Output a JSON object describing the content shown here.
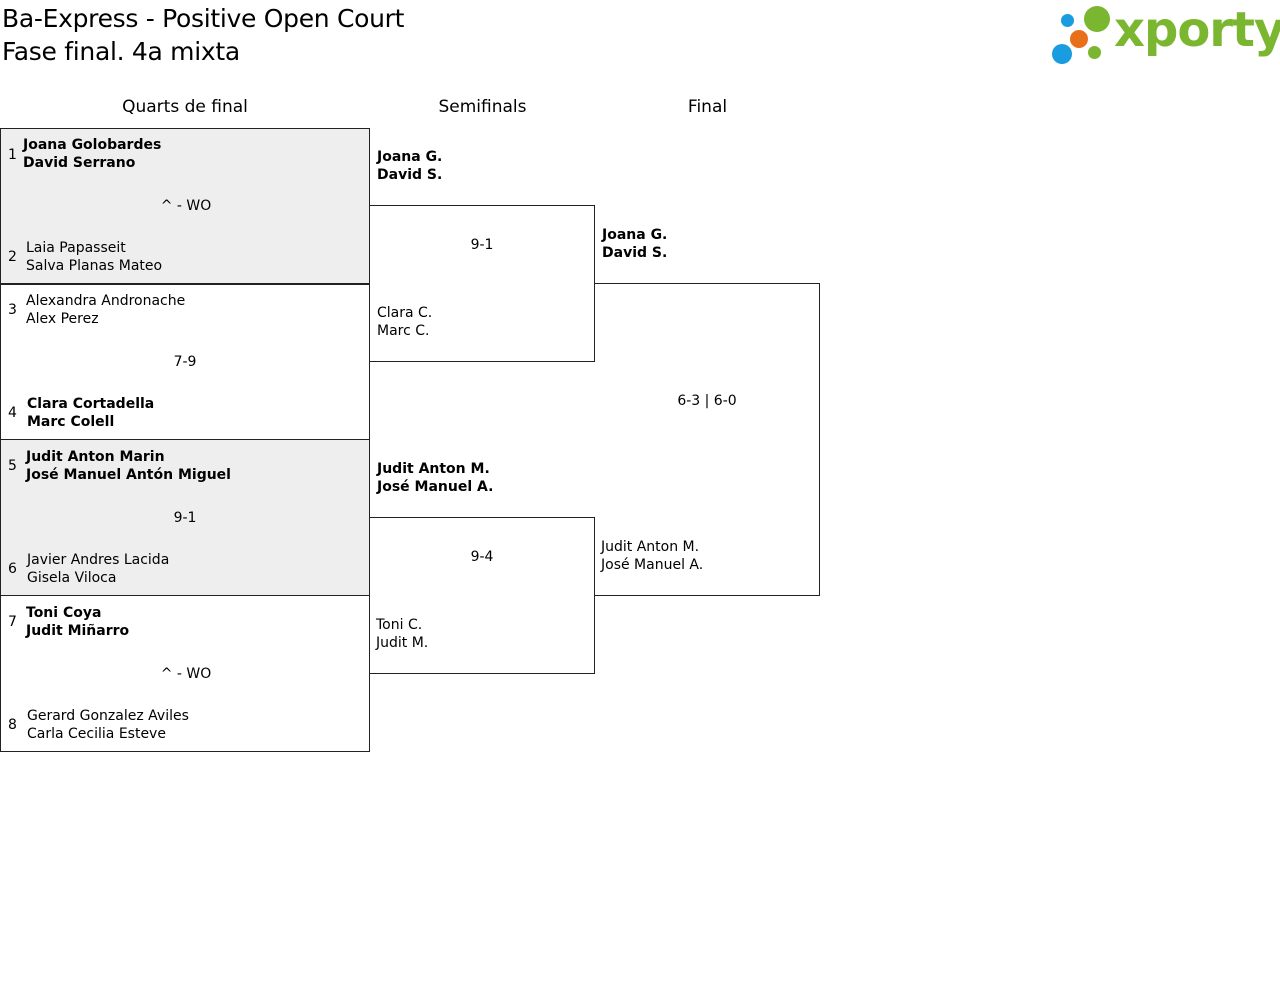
{
  "header": {
    "title": "Ba-Express - Positive Open Court",
    "subtitle": "Fase final. 4a mixta"
  },
  "logo": {
    "text": "xporty",
    "colors": {
      "green": "#7bb630",
      "orange": "#e8701a",
      "blue": "#1a9ce0"
    }
  },
  "rounds": [
    "Quarts de final",
    "Semifinals",
    "Final"
  ],
  "quarterfinals": [
    {
      "seed_a": "1",
      "team_a": [
        "Joana Golobardes",
        "David Serrano"
      ],
      "a_wins": true,
      "seed_b": "2",
      "team_b": [
        "Laia Papasseit",
        "Salva Planas Mateo"
      ],
      "b_wins": false,
      "score": "^ - WO",
      "shaded": true
    },
    {
      "seed_a": "3",
      "team_a": [
        "Alexandra Andronache",
        "Alex Perez"
      ],
      "a_wins": false,
      "seed_b": "4",
      "team_b": [
        "Clara Cortadella",
        "Marc Colell"
      ],
      "b_wins": true,
      "score": "7-9",
      "shaded": false
    },
    {
      "seed_a": "5",
      "team_a": [
        "Judit Anton Marin",
        "José Manuel Antón Miguel"
      ],
      "a_wins": true,
      "seed_b": "6",
      "team_b": [
        "Javier Andres Lacida",
        "Gisela Viloca"
      ],
      "b_wins": false,
      "score": "9-1",
      "shaded": true
    },
    {
      "seed_a": "7",
      "team_a": [
        "Toni Coya",
        "Judit Miñarro"
      ],
      "a_wins": true,
      "seed_b": "8",
      "team_b": [
        "Gerard Gonzalez Aviles",
        "Carla Cecilia Esteve"
      ],
      "b_wins": false,
      "score": "^ - WO",
      "shaded": false
    }
  ],
  "semifinals": [
    {
      "team_a": [
        "Joana G.",
        "David S."
      ],
      "a_wins": true,
      "team_b": [
        "Clara C.",
        "Marc C."
      ],
      "b_wins": false,
      "score": "9-1"
    },
    {
      "team_a": [
        "Judit Anton M.",
        "José Manuel A."
      ],
      "a_wins": true,
      "team_b": [
        "Toni C.",
        "Judit M."
      ],
      "b_wins": false,
      "score": "9-4"
    }
  ],
  "final": {
    "team_a": [
      "Joana G.",
      "David S."
    ],
    "a_wins": true,
    "team_b": [
      "Judit Anton M.",
      "José Manuel A."
    ],
    "b_wins": false,
    "score": "6-3 | 6-0"
  }
}
